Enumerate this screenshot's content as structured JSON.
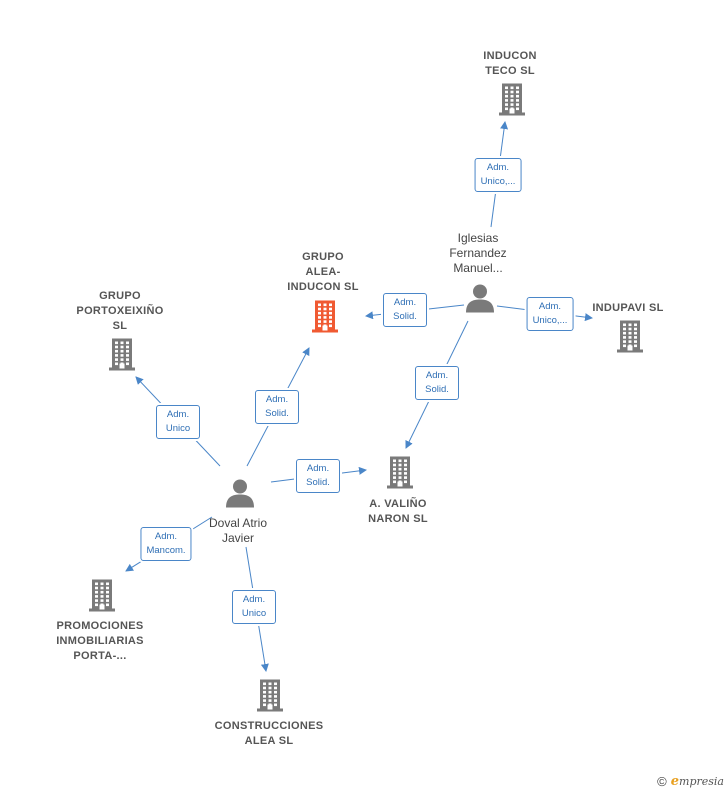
{
  "colors": {
    "edge": "#4a86c8",
    "edge_label_border": "#4a86c8",
    "edge_label_text": "#2f6fb5",
    "building_default": "#7a7a7a",
    "building_highlight": "#f05a32",
    "person": "#7a7a7a"
  },
  "nodes": {
    "inducon_teco": {
      "label": "INDUCON\nTECO SL",
      "icon": "building-icon"
    },
    "grupo_alea_inducon": {
      "label": "GRUPO\nALEA-\nINDUCON  SL",
      "icon": "building-icon",
      "highlight": true
    },
    "iglesias": {
      "label": "Iglesias\nFernandez\nManuel...",
      "icon": "person-icon"
    },
    "indupavi": {
      "label": "INDUPAVI  SL",
      "icon": "building-icon"
    },
    "grupo_portoxeixino": {
      "label": "GRUPO\nPORTOXEIXIÑO\nSL",
      "icon": "building-icon"
    },
    "valino_naron": {
      "label": "A.  VALIÑO\nNARON  SL",
      "icon": "building-icon"
    },
    "doval": {
      "label": "Doval Atrio\nJavier",
      "icon": "person-icon"
    },
    "promociones": {
      "label": "PROMOCIONES\nINMOBILIARIAS\nPORTA-...",
      "icon": "building-icon"
    },
    "construcciones": {
      "label": "CONSTRUCCIONES\nALEA SL",
      "icon": "building-icon"
    }
  },
  "edges": [
    {
      "id": "e1",
      "from": "iglesias",
      "to": "inducon_teco",
      "label": "Adm.\nUnico,..."
    },
    {
      "id": "e2",
      "from": "iglesias",
      "to": "grupo_alea_inducon",
      "label": "Adm.\nSolid."
    },
    {
      "id": "e3",
      "from": "iglesias",
      "to": "indupavi",
      "label": "Adm.\nUnico,..."
    },
    {
      "id": "e4",
      "from": "iglesias",
      "to": "valino_naron",
      "label": "Adm.\nSolid."
    },
    {
      "id": "e5",
      "from": "doval",
      "to": "grupo_portoxeixino",
      "label": "Adm.\nUnico"
    },
    {
      "id": "e6",
      "from": "doval",
      "to": "grupo_alea_inducon",
      "label": "Adm.\nSolid."
    },
    {
      "id": "e7",
      "from": "doval",
      "to": "valino_naron",
      "label": "Adm.\nSolid."
    },
    {
      "id": "e8",
      "from": "doval",
      "to": "promociones",
      "label": "Adm.\nMancom."
    },
    {
      "id": "e9",
      "from": "doval",
      "to": "construcciones",
      "label": "Adm.\nUnico"
    }
  ],
  "watermark": {
    "copyright": "©",
    "brand_initial": "e",
    "brand_rest": "mpresia"
  }
}
